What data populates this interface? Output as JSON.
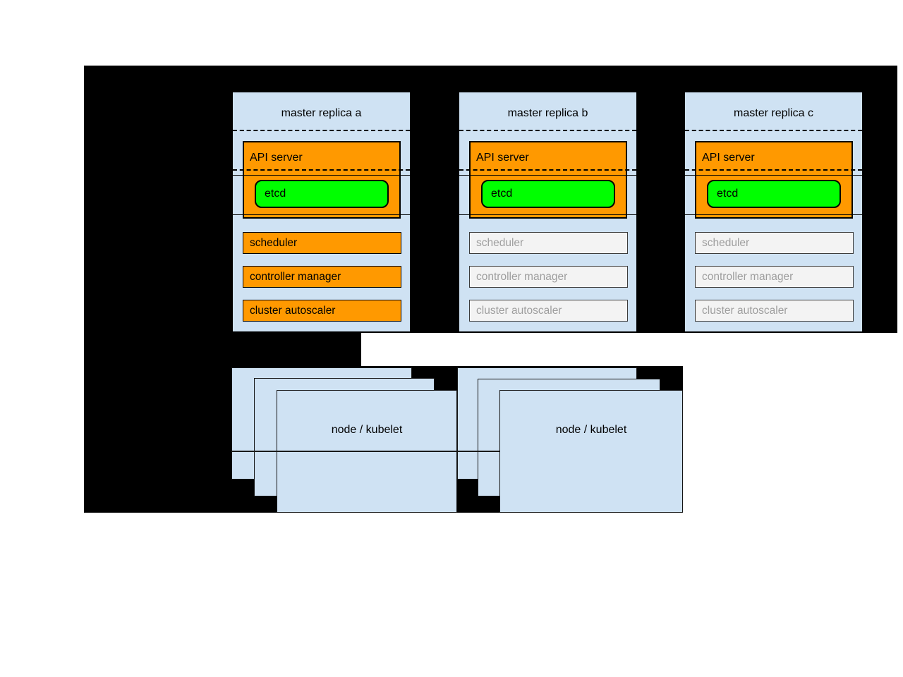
{
  "masters": [
    {
      "title": "master replica a",
      "api_server_label": "API server",
      "etcd_label": "etcd",
      "components": [
        {
          "label": "scheduler",
          "highlighted": true
        },
        {
          "label": "controller manager",
          "highlighted": true
        },
        {
          "label": "cluster autoscaler",
          "highlighted": true
        }
      ]
    },
    {
      "title": "master replica b",
      "api_server_label": "API server",
      "etcd_label": "etcd",
      "components": [
        {
          "label": "scheduler",
          "highlighted": false
        },
        {
          "label": "controller manager",
          "highlighted": false
        },
        {
          "label": "cluster autoscaler",
          "highlighted": false
        }
      ]
    },
    {
      "title": "master replica c",
      "api_server_label": "API server",
      "etcd_label": "etcd",
      "components": [
        {
          "label": "scheduler",
          "highlighted": false
        },
        {
          "label": "controller manager",
          "highlighted": false
        },
        {
          "label": "cluster autoscaler",
          "highlighted": false
        }
      ]
    }
  ],
  "node_groups": [
    {
      "title": "node / kubelet"
    },
    {
      "title": "node / kubelet"
    }
  ],
  "colors": {
    "canvas_black": "#000000",
    "box_blue": "#cfe2f3",
    "active_orange": "#ff9900",
    "etcd_green": "#00ff00",
    "inactive_fill": "#f3f3f3",
    "inactive_text": "#9e9e9e"
  }
}
